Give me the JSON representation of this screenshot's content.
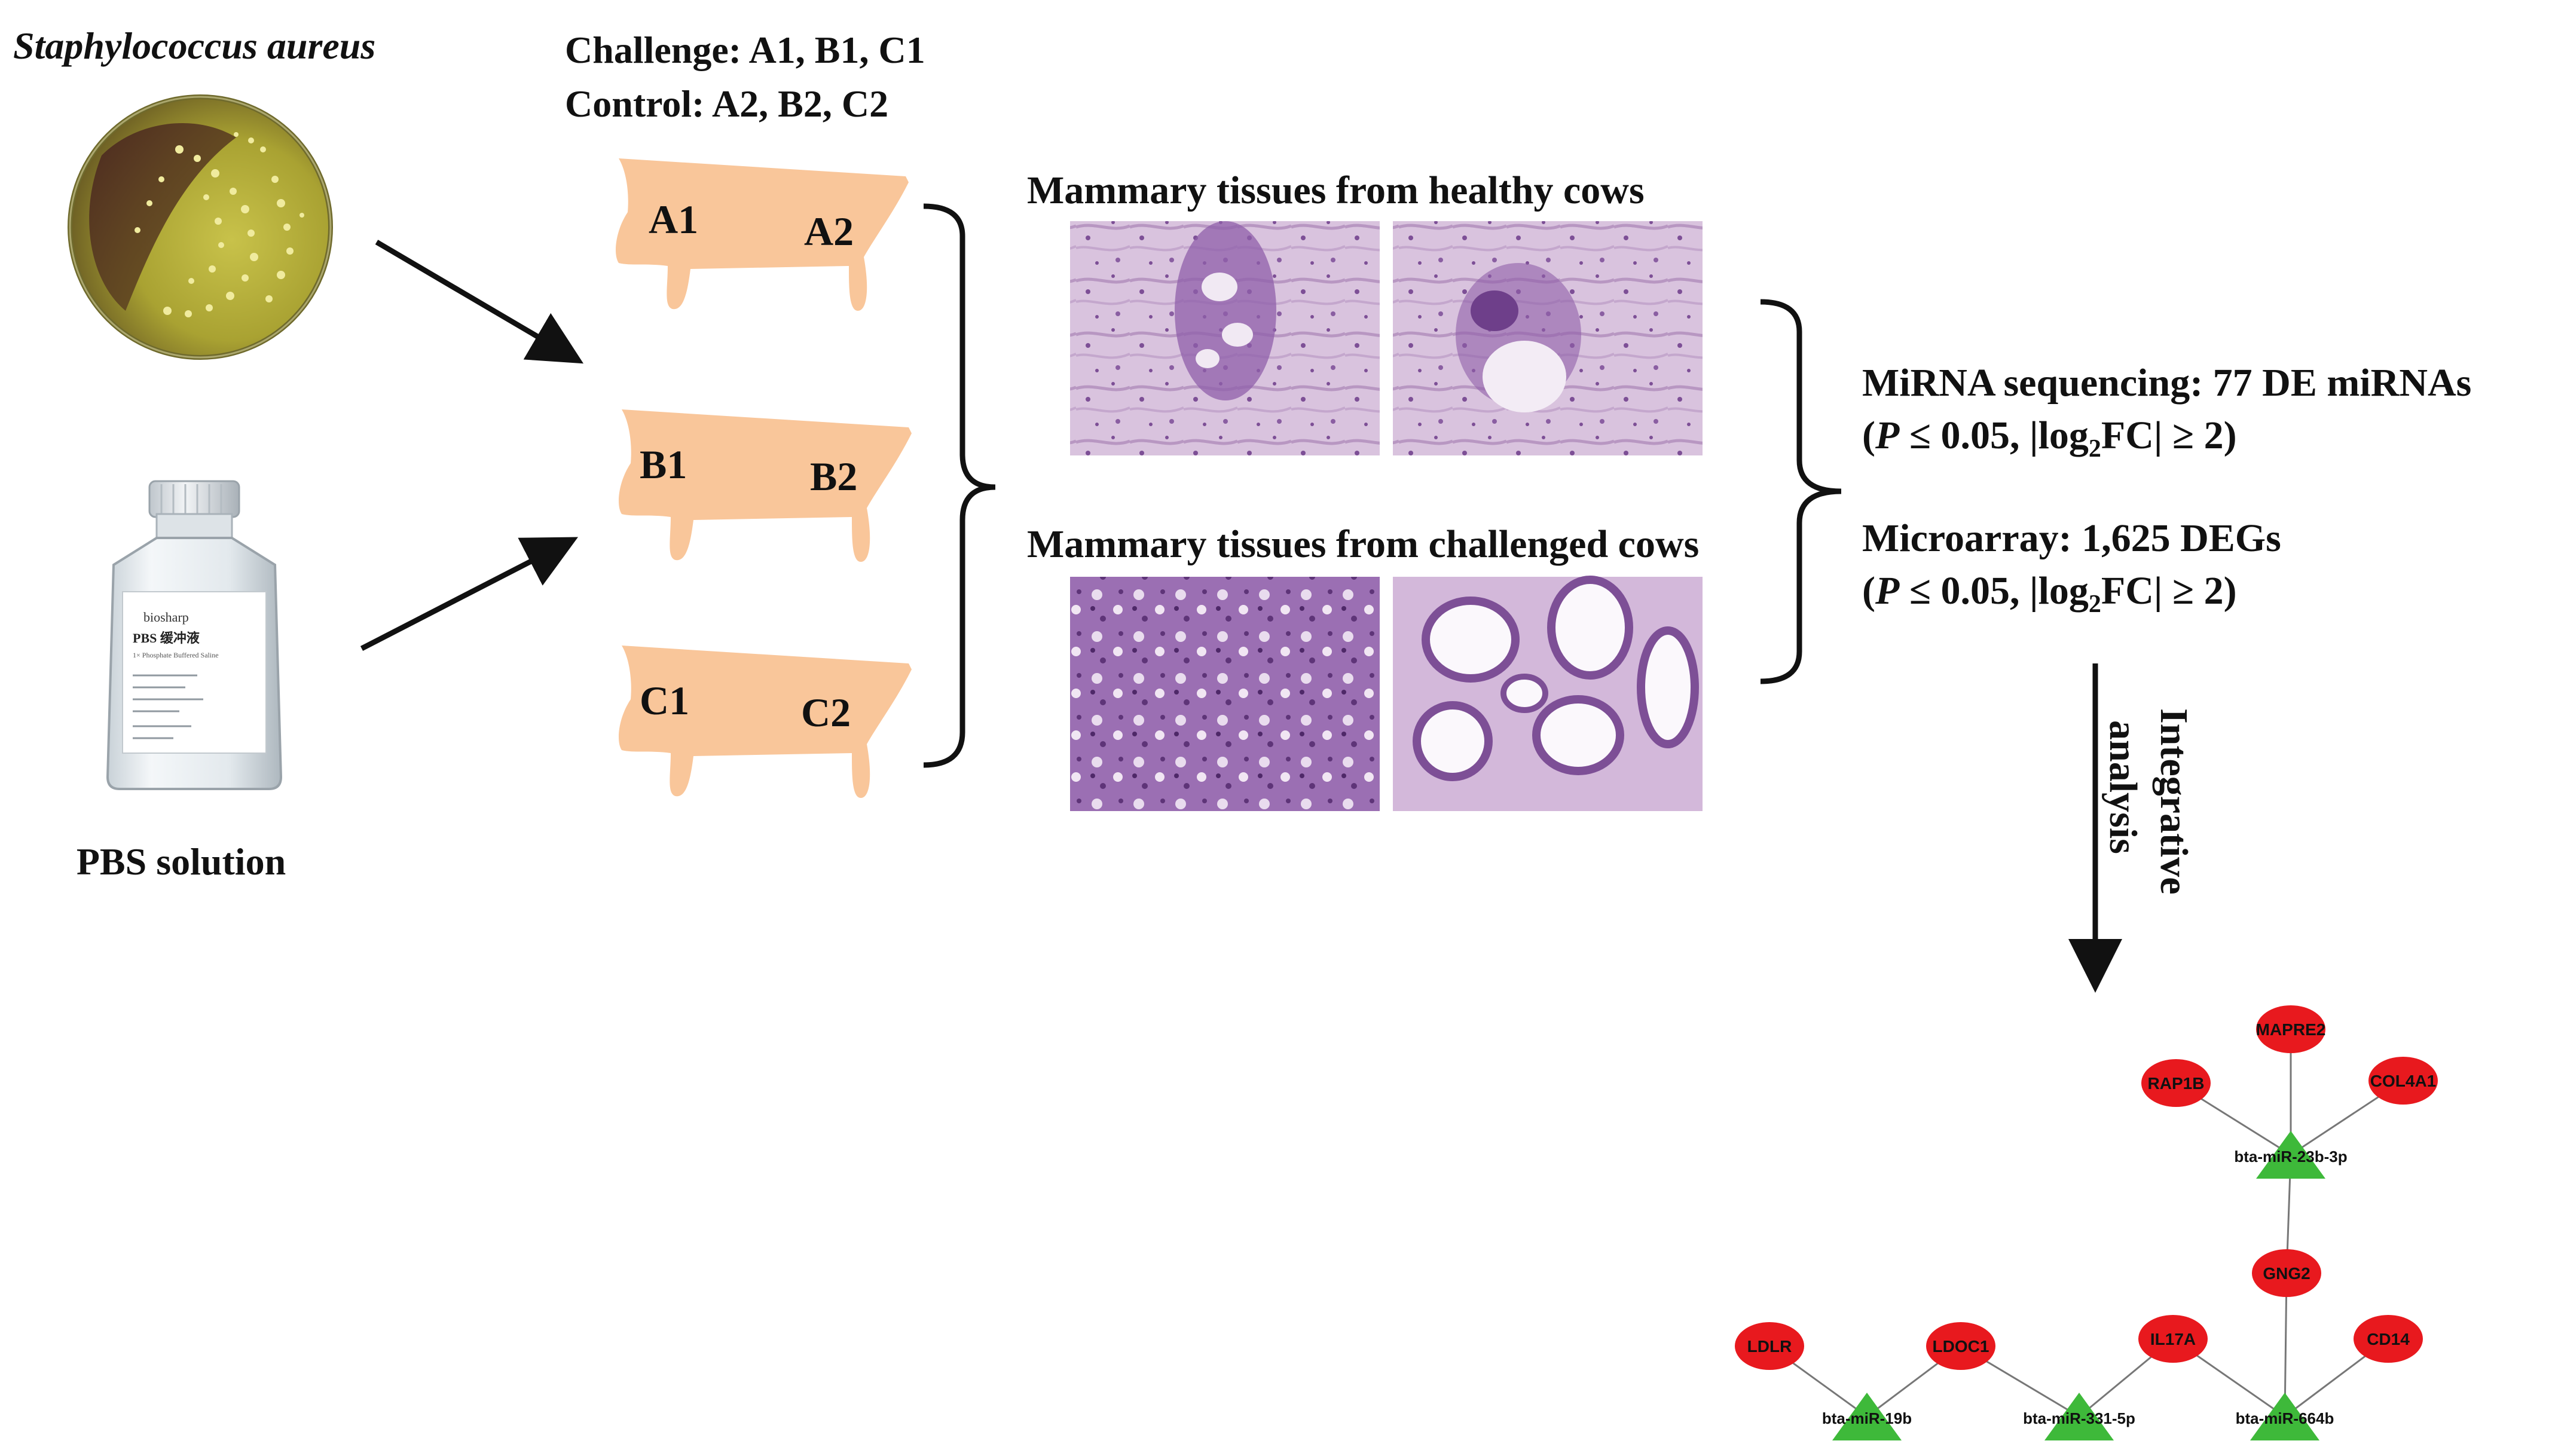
{
  "bacteria_label": "Staphylococcus aureus",
  "pbs_label": "PBS solution",
  "bottle_brand": "biosharp",
  "bottle_product": "PBS 缓冲液",
  "bottle_subtitle": "1× Phosphate Buffered Saline",
  "challenge_line": "Challenge: A1, B1, C1",
  "control_line": "Control: A2, B2, C2",
  "udders": [
    {
      "left": "A1",
      "right": "A2"
    },
    {
      "left": "B1",
      "right": "B2"
    },
    {
      "left": "C1",
      "right": "C2"
    }
  ],
  "healthy_title": "Mammary tissues from healthy cows",
  "challenged_title": "Mammary tissues from challenged cows",
  "mirna_line": "MiRNA sequencing: 77 DE miRNAs",
  "microarray_line": "Microarray: 1,625 DEGs",
  "threshold": {
    "open": "(",
    "p": "P",
    "mid": " ≤ 0.05, |log",
    "sub": "2",
    "end": "FC| ≥ 2)"
  },
  "integrative_line1": "Integrative",
  "integrative_line2": "analysis",
  "network": {
    "genes": [
      "MAPRE2",
      "RAP1B",
      "COL4A1",
      "GNG2",
      "CD14",
      "IL17A",
      "LDLR",
      "LDOC1"
    ],
    "mirnas": [
      "bta-miR-23b-3p",
      "bta-miR-19b",
      "bta-miR-331-5p",
      "bta-miR-664b"
    ],
    "edges": [
      [
        "MAPRE2",
        "bta-miR-23b-3p"
      ],
      [
        "RAP1B",
        "bta-miR-23b-3p"
      ],
      [
        "COL4A1",
        "bta-miR-23b-3p"
      ],
      [
        "bta-miR-23b-3p",
        "GNG2"
      ],
      [
        "GNG2",
        "bta-miR-664b"
      ],
      [
        "CD14",
        "bta-miR-664b"
      ],
      [
        "IL17A",
        "bta-miR-664b"
      ],
      [
        "IL17A",
        "bta-miR-331-5p"
      ],
      [
        "LDOC1",
        "bta-miR-331-5p"
      ],
      [
        "LDOC1",
        "bta-miR-19b"
      ],
      [
        "LDLR",
        "bta-miR-19b"
      ]
    ]
  },
  "colors": {
    "udder": "#F9C69A",
    "gene_node": "#E8191E",
    "mirna_node": "#3EB93A",
    "plate_agar": "#B9B53C",
    "plate_dark": "#3A1E1A"
  }
}
